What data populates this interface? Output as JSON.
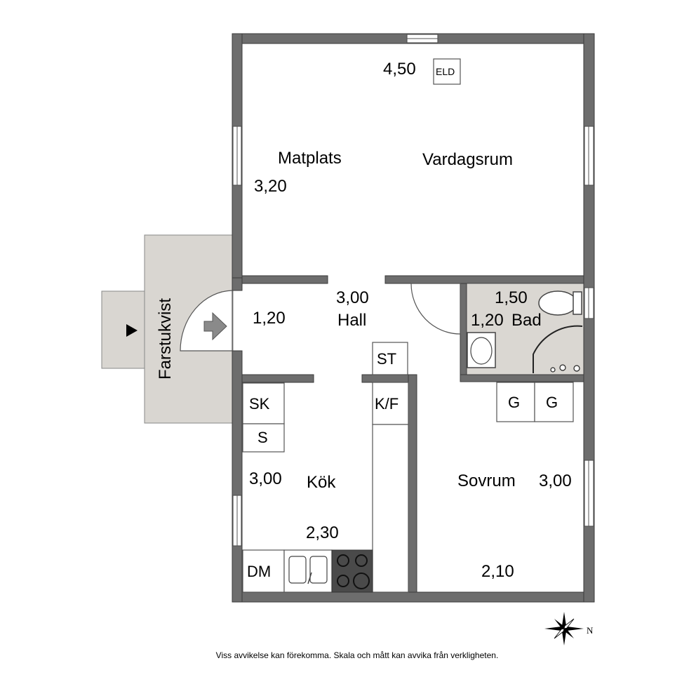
{
  "rooms": {
    "matplats": "Matplats",
    "vardagsrum": "Vardagsrum",
    "hall": "Hall",
    "bad": "Bad",
    "kok": "Kök",
    "sovrum": "Sovrum",
    "farstukvist": "Farstukvist"
  },
  "dimensions": {
    "living_width": "4,50",
    "matplats_depth": "3,20",
    "hall_width": "3,00",
    "hall_depth": "1,20",
    "bad_width": "1,50",
    "bad_depth": "1,20",
    "kok_depth": "3,00",
    "kok_width": "2,30",
    "sovrum_depth": "3,00",
    "sovrum_width": "2,10"
  },
  "fixtures": {
    "eld": "ELD",
    "st": "ST",
    "kf": "K/F",
    "sk": "SK",
    "s": "S",
    "dm": "DM",
    "g1": "G",
    "g2": "G"
  },
  "compass": {
    "north": "N"
  },
  "footer": "Viss avvikelse kan förekomma. Skala och mått kan avvika från verkligheten.",
  "colors": {
    "wall": "#6d6d6d",
    "porch": "#d9d6d1",
    "bath": "#dad7d2"
  }
}
